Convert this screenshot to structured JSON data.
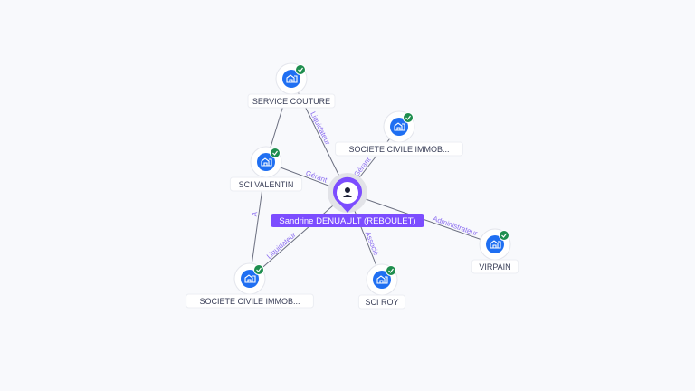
{
  "center": {
    "label": "Sandrine DENUAULT (REBOULET)",
    "icon": "person-icon",
    "color": "#7c4dff"
  },
  "nodes": [
    {
      "id": "service-couture",
      "label": "SERVICE COUTURE",
      "icon": "building-icon",
      "verified": true
    },
    {
      "id": "sci-valentin",
      "label": "SCI VALENTIN",
      "icon": "building-icon",
      "verified": true
    },
    {
      "id": "sci-immob-top",
      "label": "SOCIETE CIVILE IMMOB...",
      "icon": "building-icon",
      "verified": true
    },
    {
      "id": "virpain",
      "label": "VIRPAIN",
      "icon": "building-icon",
      "verified": true
    },
    {
      "id": "sci-roy",
      "label": "SCI ROY",
      "icon": "building-icon",
      "verified": true
    },
    {
      "id": "sci-immob-bottom",
      "label": "SOCIETE CIVILE IMMOB...",
      "icon": "building-icon",
      "verified": true
    }
  ],
  "edges": [
    {
      "from": "center",
      "to": "service-couture",
      "label": "Liquidateur"
    },
    {
      "from": "center",
      "to": "sci-valentin",
      "label": "Gérant"
    },
    {
      "from": "center",
      "to": "sci-immob-top",
      "label": "Gérant"
    },
    {
      "from": "center",
      "to": "virpain",
      "label": "Administrateur"
    },
    {
      "from": "center",
      "to": "sci-roy",
      "label": "Associé"
    },
    {
      "from": "center",
      "to": "sci-immob-bottom",
      "label": "Liquidateur"
    },
    {
      "from": "sci-immob-bottom",
      "to": "sci-valentin",
      "label": "A"
    },
    {
      "from": "sci-valentin",
      "to": "service-couture",
      "label": ""
    }
  ],
  "colors": {
    "accent": "#7c4dff",
    "node": "#1f6ff2",
    "check": "#1e8e4e",
    "edge": "#6b6f80"
  }
}
